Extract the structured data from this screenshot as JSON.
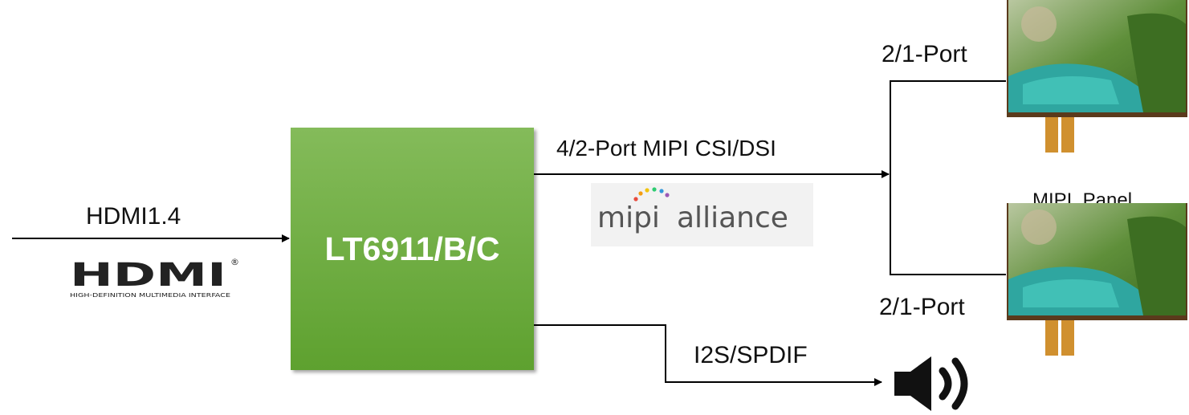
{
  "chip": {
    "label": "LT6911/B/C",
    "fill_top": "#84bb5a",
    "fill_bottom": "#5ea12f"
  },
  "input": {
    "label": "HDMI1.4",
    "logo": {
      "icon": "hdmi-logo-icon",
      "wordmark": "HDMI",
      "tagline": "HIGH-DEFINITION MULTIMEDIA INTERFACE"
    }
  },
  "output_mipi": {
    "label": "4/2-Port MIPI CSI/DSI",
    "logo": {
      "icon": "mipi-alliance-logo-icon",
      "wordmark_a": "mipi",
      "wordmark_b": "alliance"
    }
  },
  "output_audio": {
    "label": "I2S/SPDIF",
    "icon": "speaker-icon"
  },
  "panels": {
    "caption": "MIPI  Panel",
    "top_port_label": "2/1-Port",
    "bottom_port_label": "2/1-Port",
    "icon": "display-panel-icon"
  }
}
